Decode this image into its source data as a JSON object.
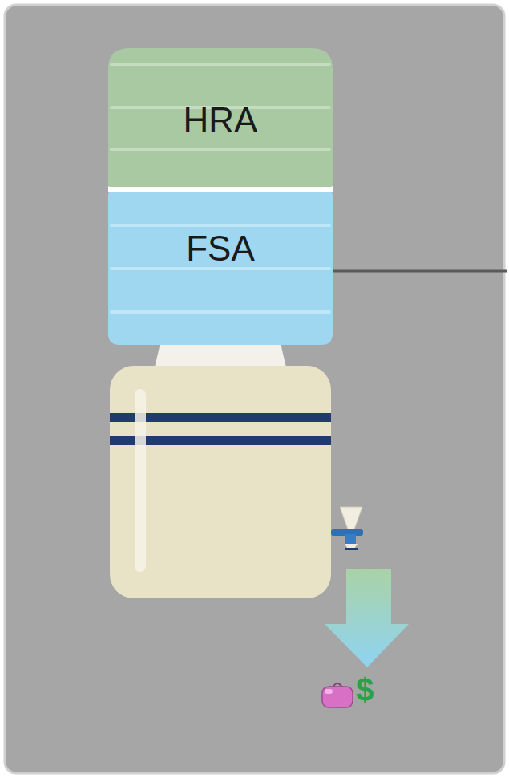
{
  "diagram": {
    "nodes": [
      {
        "text": [
          "HRA"
        ]
      },
      {
        "text": [
          "FSA"
        ]
      }
    ],
    "labels": [
      "$"
    ]
  }
}
